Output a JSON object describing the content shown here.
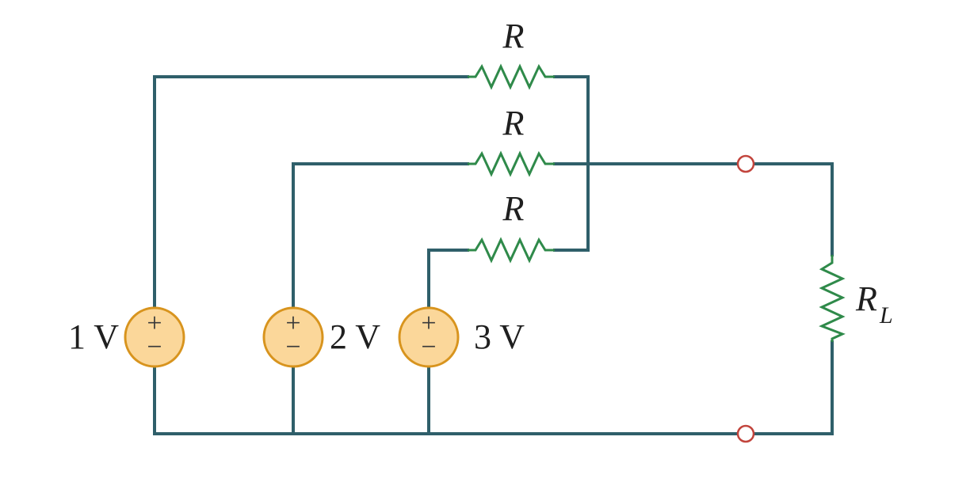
{
  "resistors": [
    {
      "label": "R"
    },
    {
      "label": "R"
    },
    {
      "label": "R"
    }
  ],
  "load": {
    "label": "R",
    "subscript": "L"
  },
  "sources": [
    {
      "label": "1 V",
      "plus": "+",
      "minus": "−"
    },
    {
      "label": "2 V",
      "plus": "+",
      "minus": "−"
    },
    {
      "label": "3 V",
      "plus": "+",
      "minus": "−"
    }
  ],
  "colors": {
    "wire": "#2f5f6a",
    "resistor": "#2f8a4a",
    "source_fill": "#fbd79a",
    "source_stroke": "#d8941e",
    "terminal": "#c2443c"
  }
}
